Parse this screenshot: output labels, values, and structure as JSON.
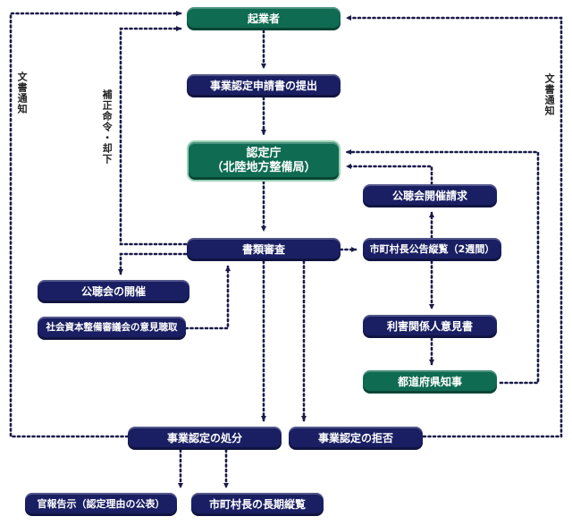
{
  "nodes": {
    "entrepreneur": "起業者",
    "application": "事業認定申請書の提出",
    "agency_line1": "認定庁",
    "agency_line2": "（北陸地方整備局）",
    "hearing_request": "公聴会開催請求",
    "document_review": "書類審査",
    "public_notice": "市町村長公告縦覧（2週間）",
    "hearing_held": "公聴会の開催",
    "council_opinion": "社会資本整備審議会の意見聴取",
    "stakeholder_opinion": "利害関係人意見書",
    "governor": "都道府県知事",
    "approval_decision": "事業認定の処分",
    "rejection": "事業認定の拒否",
    "gazette": "官報告示（認定理由の公表）",
    "long_term_inspection": "市町村長の長期縦覧"
  },
  "labels": {
    "doc_notice_left": "文書通知",
    "doc_notice_right": "文書通知",
    "correction_order": "補正命令・却下"
  },
  "colors": {
    "navy": "#1a1f63",
    "green": "#0f6b52",
    "connector": "#1a1a4a"
  }
}
